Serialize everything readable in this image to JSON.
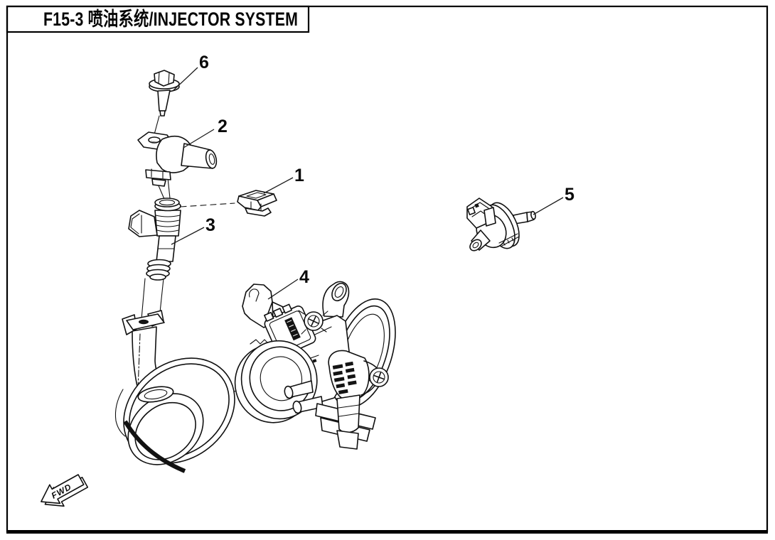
{
  "page": {
    "header": {
      "section_code": "F15-3",
      "title_zh": "喷油系统",
      "title_en": "INJECTOR SYSTEM",
      "title_display": "F15-3  喷油系统/INJECTOR SYSTEM"
    },
    "drawing": {
      "callouts": [
        {
          "number": "1",
          "target": "injector-clip"
        },
        {
          "number": "2",
          "target": "fuel-inlet-joint"
        },
        {
          "number": "3",
          "target": "fuel-injector"
        },
        {
          "number": "4",
          "target": "throttle-body"
        },
        {
          "number": "5",
          "target": "one-way-valve"
        },
        {
          "number": "6",
          "target": "flange-bolt"
        }
      ],
      "orientation_label": "FWD"
    },
    "colors": {
      "line": "#000000",
      "background": "#ffffff"
    }
  }
}
